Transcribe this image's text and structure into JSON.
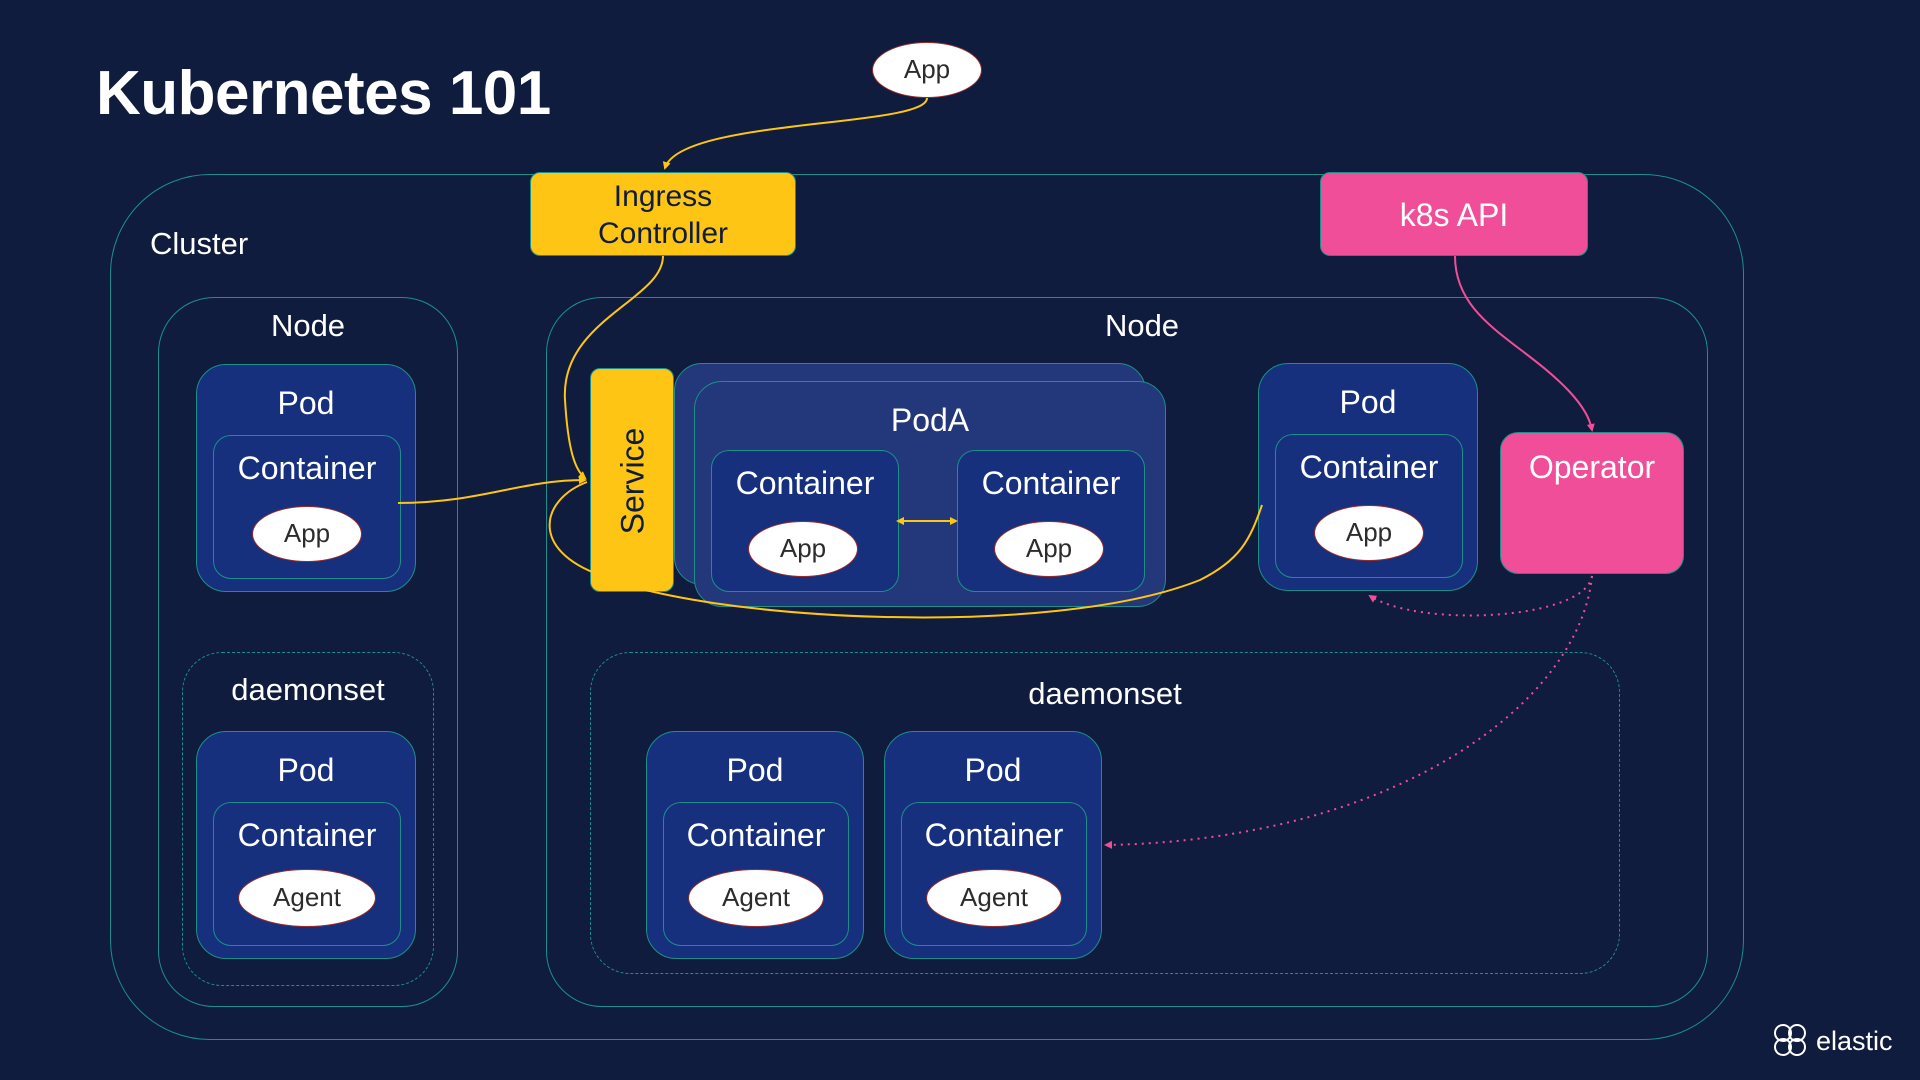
{
  "title": "Kubernetes 101",
  "external_app": "App",
  "ingress": {
    "line1": "Ingress",
    "line2": "Controller"
  },
  "k8s_api": "k8s API",
  "cluster_label": "Cluster",
  "left_node": {
    "label": "Node",
    "pod": {
      "label": "Pod",
      "container": "Container",
      "app": "App"
    },
    "daemonset": {
      "label": "daemonset",
      "pod": "Pod",
      "container": "Container",
      "agent": "Agent"
    }
  },
  "right_node": {
    "label": "Node",
    "service": "Service",
    "poda": {
      "label": "PodA",
      "containers": [
        {
          "label": "Container",
          "app": "App"
        },
        {
          "label": "Container",
          "app": "App"
        }
      ]
    },
    "pod": {
      "label": "Pod",
      "container": "Container",
      "app": "App"
    },
    "operator": "Operator",
    "daemonset": {
      "label": "daemonset",
      "pods": [
        {
          "label": "Pod",
          "container": "Container",
          "agent": "Agent"
        },
        {
          "label": "Pod",
          "container": "Container",
          "agent": "Agent"
        }
      ]
    }
  },
  "logo": "elastic",
  "colors": {
    "background": "#101c3d",
    "border": "#1c8f8a",
    "pod": "#16307d",
    "ingress": "#fec514",
    "k8s_api": "#f04e98",
    "traffic_line": "#fec514",
    "operator_line": "#f04e98"
  }
}
